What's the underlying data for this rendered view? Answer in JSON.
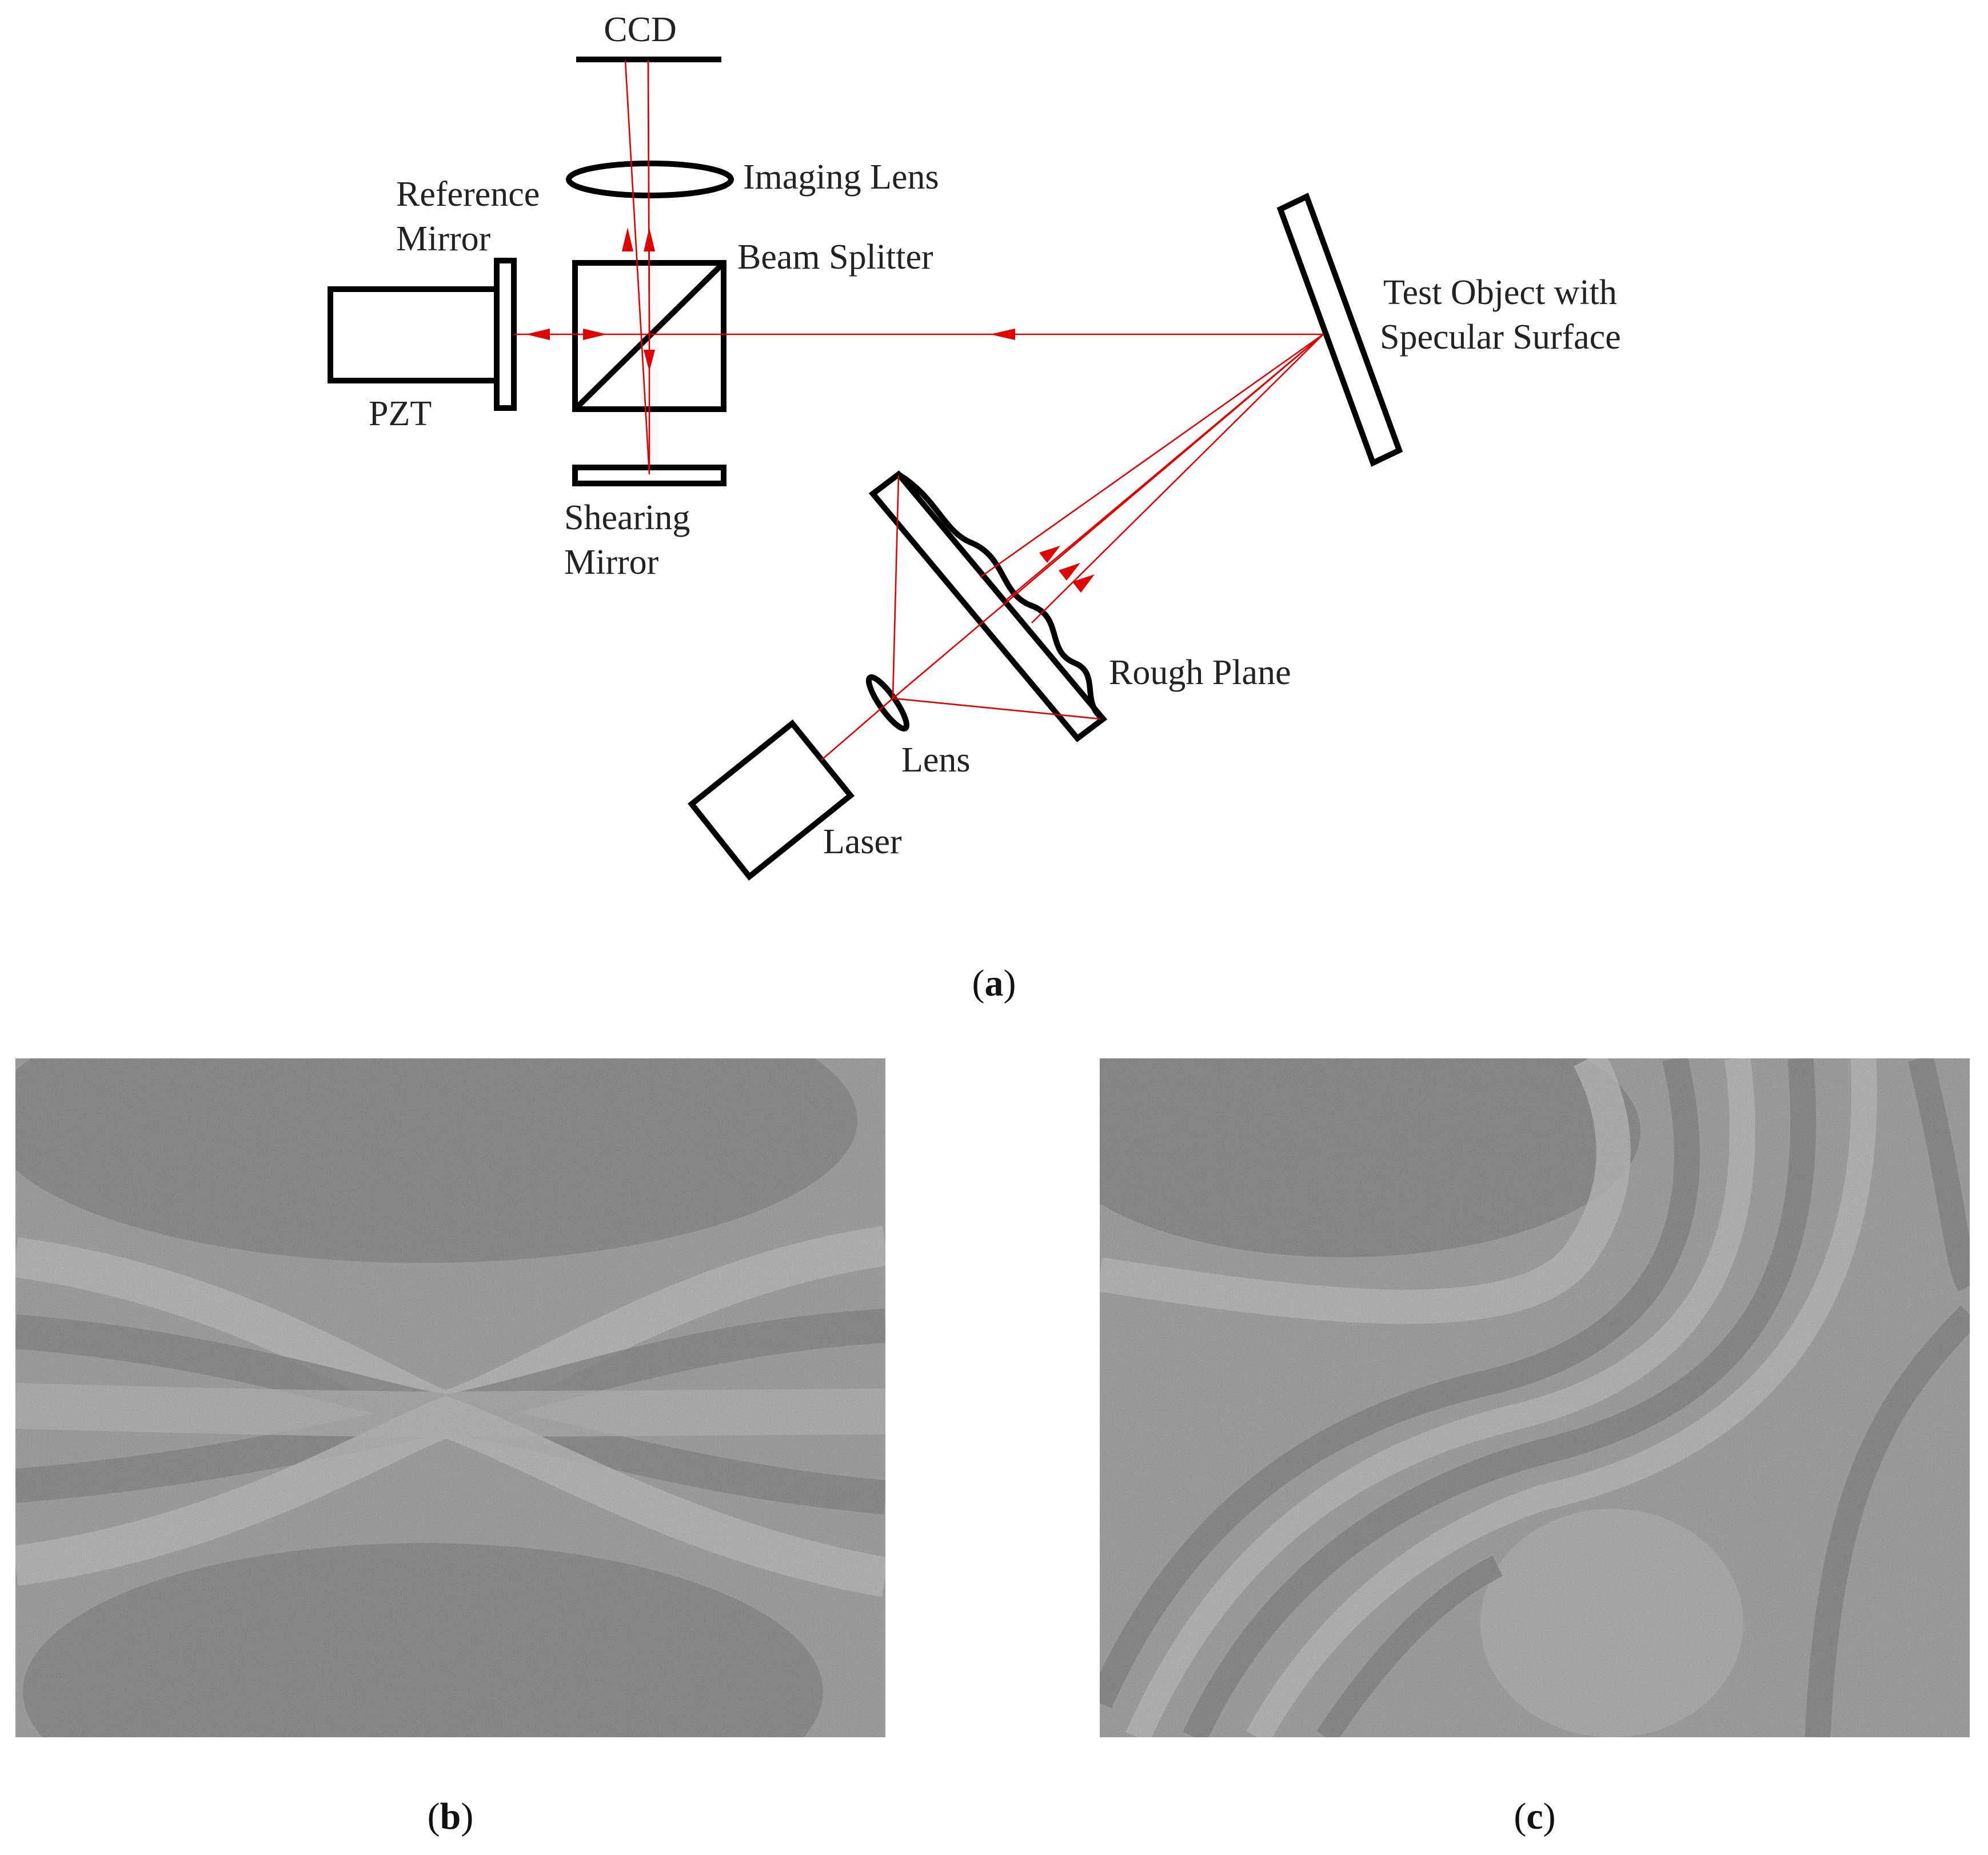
{
  "diagram": {
    "labels": {
      "ccd": "CCD",
      "imaging_lens": "Imaging Lens",
      "reference_mirror_1": "Reference",
      "reference_mirror_2": "Mirror",
      "beam_splitter": "Beam Splitter",
      "pzt": "PZT",
      "shearing_mirror_1": "Shearing",
      "shearing_mirror_2": "Mirror",
      "test_object_1": "Test Object with",
      "test_object_2": "Specular Surface",
      "rough_plane": "Rough Plane",
      "lens": "Lens",
      "laser": "Laser"
    },
    "ray_color": "#e00000"
  },
  "captions": {
    "a": {
      "open": "(",
      "letter": "a",
      "close": ")"
    },
    "b": {
      "open": "(",
      "letter": "b",
      "close": ")"
    },
    "c": {
      "open": "(",
      "letter": "c",
      "close": ")"
    }
  },
  "fringe_images": {
    "b": {
      "description_colors": [
        "#2e2e2e",
        "#9a9a9a"
      ]
    },
    "c": {
      "description_colors": [
        "#2e2e2e",
        "#9a9a9a"
      ]
    }
  }
}
